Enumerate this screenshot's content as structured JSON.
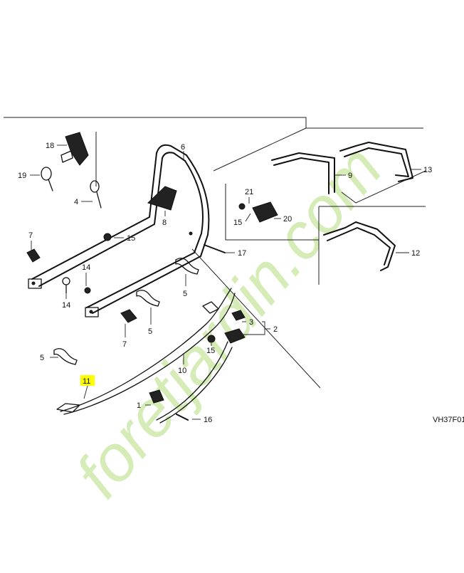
{
  "diagram": {
    "code": "VH37F01",
    "highlight_color": "#ffff00",
    "watermark": {
      "text": "foretjardin.com",
      "colors": {
        "green": "#c8e6a0",
        "orange": "#f5c48a",
        "grey": "#d6d6d6"
      }
    },
    "callouts": [
      {
        "id": "c1",
        "label": "1"
      },
      {
        "id": "c2",
        "label": "2"
      },
      {
        "id": "c3",
        "label": "3"
      },
      {
        "id": "c4",
        "label": "4"
      },
      {
        "id": "c5a",
        "label": "5"
      },
      {
        "id": "c5b",
        "label": "5"
      },
      {
        "id": "c5c",
        "label": "5"
      },
      {
        "id": "c6",
        "label": "6"
      },
      {
        "id": "c7a",
        "label": "7"
      },
      {
        "id": "c7b",
        "label": "7"
      },
      {
        "id": "c8",
        "label": "8"
      },
      {
        "id": "c9",
        "label": "9"
      },
      {
        "id": "c10",
        "label": "10"
      },
      {
        "id": "c11",
        "label": "11",
        "highlighted": true
      },
      {
        "id": "c12",
        "label": "12"
      },
      {
        "id": "c13",
        "label": "13"
      },
      {
        "id": "c14a",
        "label": "14"
      },
      {
        "id": "c14b",
        "label": "14"
      },
      {
        "id": "c15a",
        "label": "15"
      },
      {
        "id": "c15b",
        "label": "15"
      },
      {
        "id": "c15c",
        "label": "15"
      },
      {
        "id": "c16",
        "label": "16"
      },
      {
        "id": "c17",
        "label": "17"
      },
      {
        "id": "c18",
        "label": "18"
      },
      {
        "id": "c19",
        "label": "19"
      },
      {
        "id": "c20",
        "label": "20"
      },
      {
        "id": "c21",
        "label": "21"
      }
    ]
  }
}
